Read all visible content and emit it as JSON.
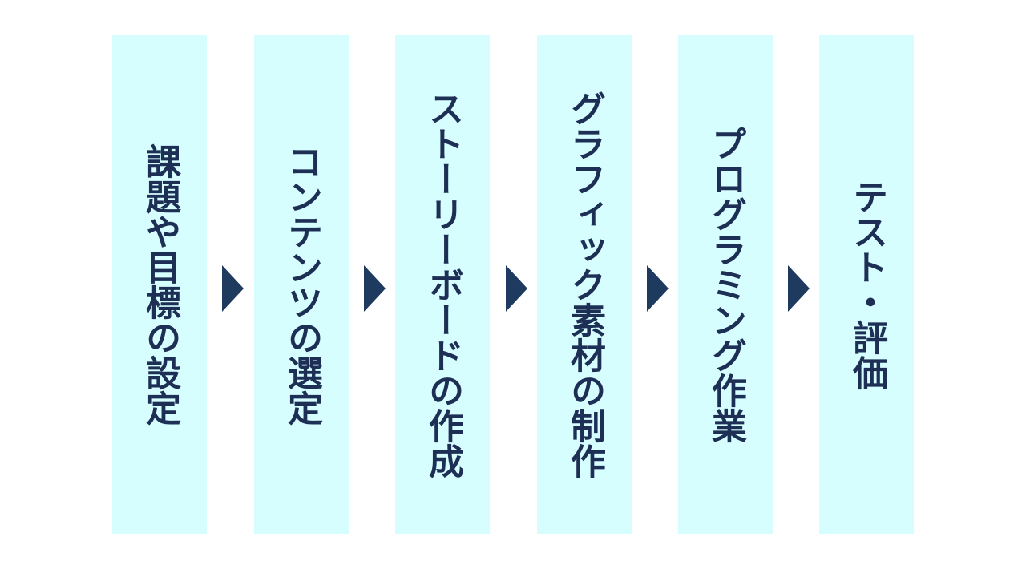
{
  "diagram": {
    "steps": [
      {
        "label": "課題や目標の設定"
      },
      {
        "label": "コンテンツの選定"
      },
      {
        "label": "ストーリーボードの作成"
      },
      {
        "label": "グラフィック素材の制作"
      },
      {
        "label": "プログラミング作業"
      },
      {
        "label": "テスト・評価"
      }
    ],
    "colors": {
      "step_background": "#d6feff",
      "text": "#1e2f55",
      "arrow": "#1e3a5f"
    },
    "connector_icon": "chevron-right-icon"
  }
}
